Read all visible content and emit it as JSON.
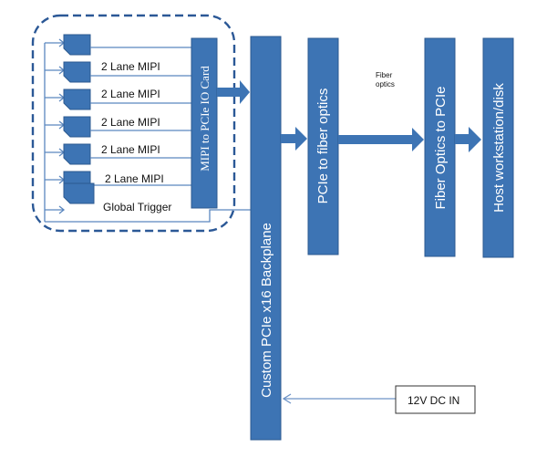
{
  "connectors": [
    {
      "id": "c1",
      "label": ""
    },
    {
      "id": "c2",
      "label": "2 Lane MIPI"
    },
    {
      "id": "c3",
      "label": "2 Lane MIPI"
    },
    {
      "id": "c4",
      "label": "2 Lane MIPI"
    },
    {
      "id": "c5",
      "label": "2 Lane MIPI"
    },
    {
      "id": "c6",
      "label": "2 Lane MIPI"
    },
    {
      "id": "c7",
      "label": "Global Trigger"
    }
  ],
  "blocks": {
    "io_card": "MIPI to PCIe IO Card",
    "backplane": "Custom PCIe x16 Backplane",
    "pcie_to_fiber": "PCIe to fiber optics",
    "fiber_to_pcie": "Fiber Optics to PCIe",
    "host": "Host workstation/disk"
  },
  "labels": {
    "fiber_line1": "Fiber",
    "fiber_line2": "optics",
    "power": "12V DC IN"
  },
  "colors": {
    "block": "#3d74b4",
    "block_border": "#2c5a90",
    "dashed_border": "#2b5896",
    "connector_line": "#5b87bf"
  }
}
